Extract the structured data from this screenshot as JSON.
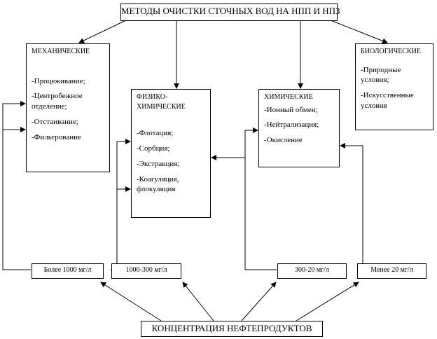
{
  "top_title": "МЕТОДЫ ОЧИСТКИ СТОЧНЫХ ВОД НА НПП И НПЗ",
  "bottom_title": "КОНЦЕНТРАЦИЯ НЕФТЕПРОДУКТОВ",
  "categories": {
    "mechanical": {
      "title": "МЕХАНИЧЕСКИЕ",
      "items": [
        "-Процеживание;",
        "-Центробежное отделение;",
        "-Отстаивание;",
        "-Фильтрование"
      ]
    },
    "physchem": {
      "title": "ФИЗИКО-ХИМИЧЕСКИЕ",
      "items": [
        "-Флотация;",
        "-Сорбция;",
        "-Экстракция;",
        "-Коагуляция, флокуляция"
      ]
    },
    "chemical": {
      "title": "ХИМИЧЕСКИЕ",
      "items": [
        "-Ионный обмен;",
        "-Нейтрализация;",
        "-Окисление"
      ]
    },
    "biological": {
      "title": "БИОЛОГИЧЕСКИЕ",
      "items": [
        "-Природные условия;",
        "-Искусственные условия"
      ]
    }
  },
  "concentrations": [
    "Более 1000 мг/л",
    "1000-300 мг/л",
    "300-20 мг/л",
    "Менее 20 мг/л"
  ]
}
